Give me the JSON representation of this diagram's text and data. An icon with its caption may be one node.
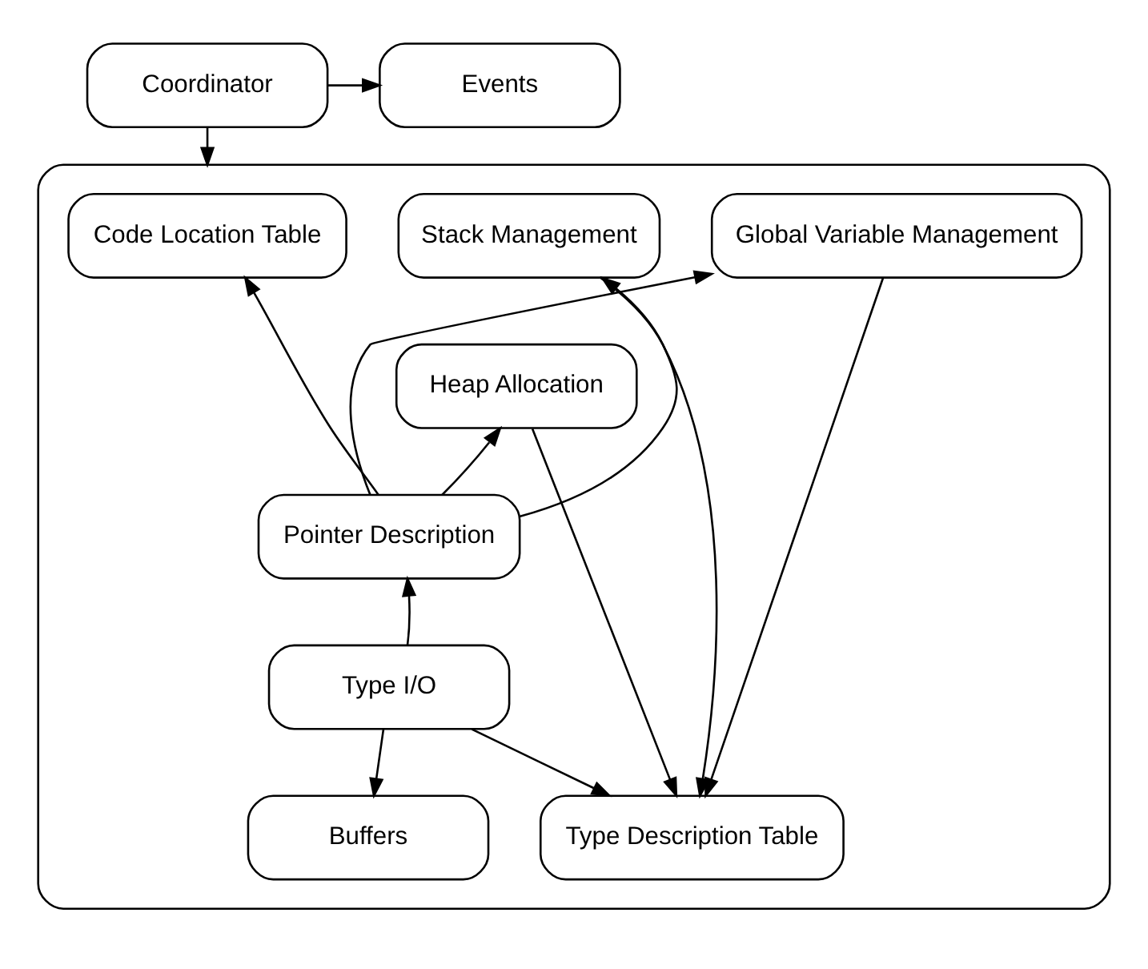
{
  "diagram": {
    "nodes": [
      {
        "text": [
          "Coordinator"
        ]
      },
      {
        "text": [
          "Events"
        ]
      },
      {
        "text": [],
        "shape": "box"
      },
      {
        "text": [
          "Code Location Table"
        ],
        "in": 2
      },
      {
        "text": [
          "Stack Management"
        ],
        "in": 2
      },
      {
        "text": [
          "Global Variable Management"
        ],
        "in": 2
      },
      {
        "text": [
          "Heap Allocation"
        ],
        "in": 2
      },
      {
        "text": [
          "Pointer Description"
        ],
        "in": 2
      },
      {
        "text": [
          "Type I/O"
        ],
        "in": 2
      },
      {
        "text": [
          "Buffers"
        ],
        "in": 2
      },
      {
        "text": [
          "Type Description Table"
        ],
        "in": 2
      }
    ],
    "edges": [
      {
        "from": 0,
        "to": 1,
        "arrow": "to"
      },
      {
        "from": 0,
        "to": 2,
        "arrow": "to"
      },
      {
        "from": 7,
        "to": 3,
        "arrow": "to"
      },
      {
        "from": 7,
        "to": 4,
        "arrow": "to"
      },
      {
        "from": 7,
        "to": 5,
        "arrow": "to"
      },
      {
        "from": 7,
        "to": 6,
        "arrow": "to"
      },
      {
        "from": 8,
        "to": 7,
        "arrow": "to"
      },
      {
        "from": 8,
        "to": 9,
        "arrow": "to"
      },
      {
        "from": 8,
        "to": 10,
        "arrow": "to"
      },
      {
        "from": 4,
        "to": 10,
        "arrow": "to"
      },
      {
        "from": 6,
        "to": 10,
        "arrow": "to"
      },
      {
        "from": 5,
        "to": 10,
        "arrow": "to"
      }
    ]
  }
}
